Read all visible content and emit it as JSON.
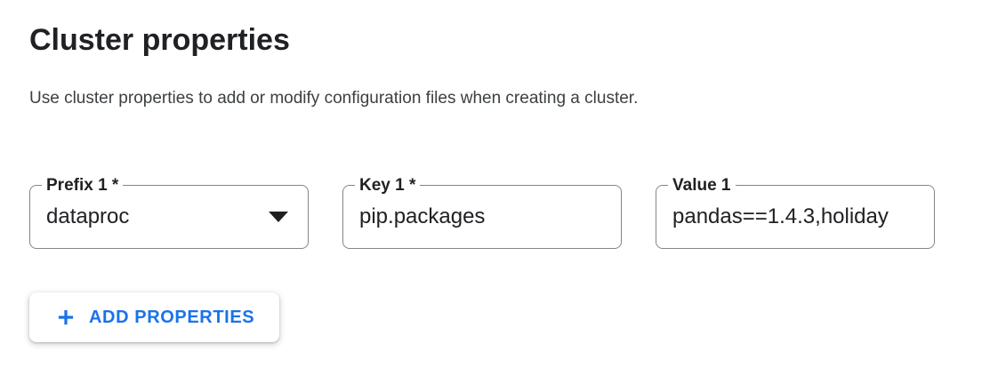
{
  "header": {
    "title": "Cluster properties",
    "description": "Use cluster properties to add or modify configuration files when creating a cluster."
  },
  "form": {
    "rows": [
      {
        "prefix": {
          "label": "Prefix 1 *",
          "value": "dataproc",
          "icon": "arrow-drop-down-icon"
        },
        "key": {
          "label": "Key 1 *",
          "value": "pip.packages"
        },
        "value": {
          "label": "Value 1",
          "value": "pandas==1.4.3,holiday"
        }
      }
    ],
    "add_button": {
      "label": "ADD PROPERTIES",
      "icon": "plus-icon"
    }
  },
  "colors": {
    "accent": "#1a73e8",
    "text_primary": "#202124",
    "text_secondary": "#3c4043",
    "field_border": "#80868b",
    "background": "#ffffff"
  }
}
